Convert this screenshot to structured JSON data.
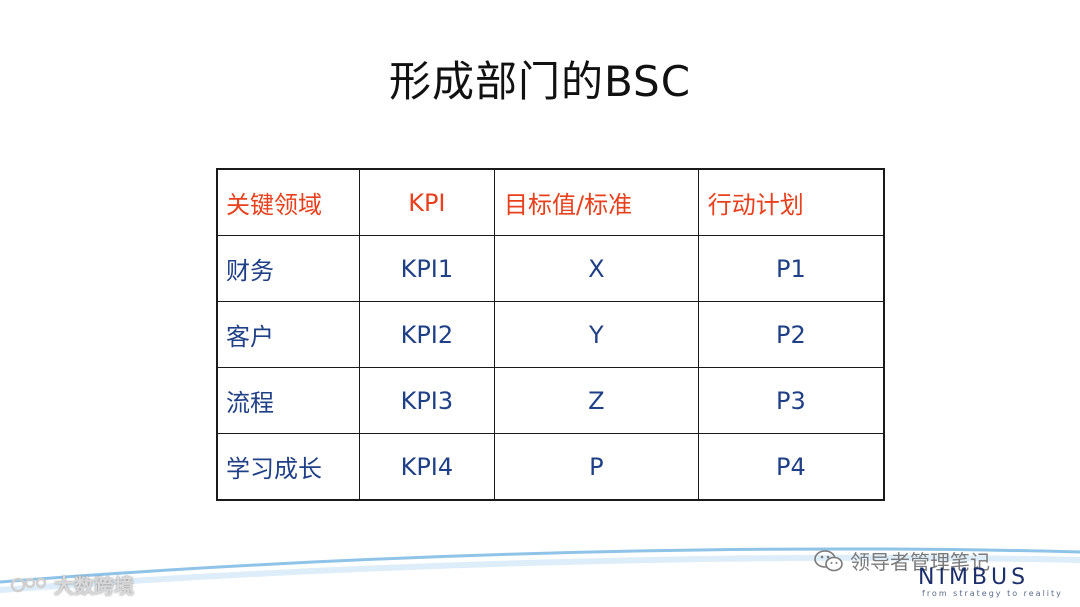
{
  "title": "形成部门的BSC",
  "table": {
    "headers": [
      "关键领域",
      "KPI",
      "目标值/标准",
      "行动计划"
    ],
    "rows": [
      [
        "财务",
        "KPI1",
        "X",
        "P1"
      ],
      [
        "客户",
        "KPI2",
        "Y",
        "P2"
      ],
      [
        "流程",
        "KPI3",
        "Z",
        "P3"
      ],
      [
        "学习成长",
        "KPI4",
        "P",
        "P4"
      ]
    ]
  },
  "footer": {
    "wechat_label": "领导者管理笔记",
    "logo_word": "NIMBUS",
    "logo_tagline": "from strategy to reality",
    "watermark": "大数跨境"
  },
  "colors": {
    "header_text": "#e8401c",
    "body_text": "#1f3f86",
    "wave": "#8fc3e8"
  }
}
